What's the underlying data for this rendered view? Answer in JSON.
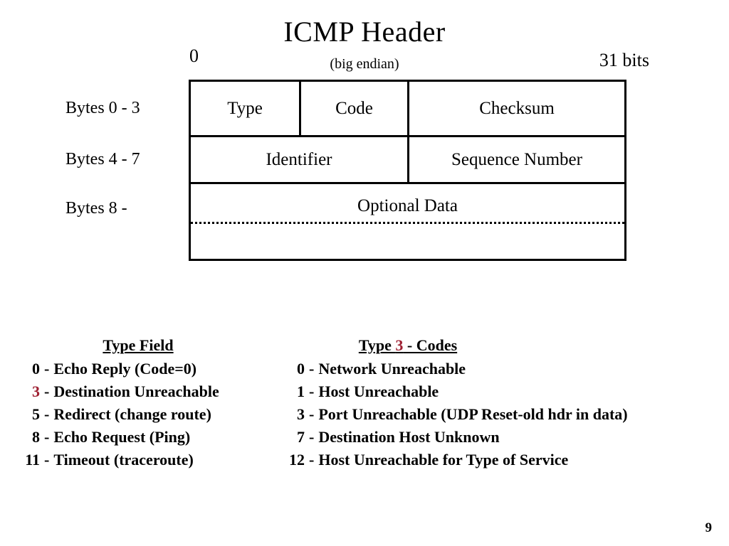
{
  "slide": {
    "title": "ICMP Header",
    "subtitle": "(big endian)",
    "page_number": "9"
  },
  "bit_ruler": {
    "start": "0",
    "end": "31 bits"
  },
  "header_diagram": {
    "row_labels": [
      "Bytes 0 - 3",
      "Bytes 4 - 7",
      "Bytes 8 -"
    ],
    "rows": [
      {
        "cells": [
          "Type",
          "Code",
          "Checksum"
        ]
      },
      {
        "cells": [
          "Identifier",
          "Sequence Number"
        ]
      },
      {
        "cells": [
          "Optional Data"
        ]
      }
    ]
  },
  "type_field": {
    "heading": "Type Field",
    "items": [
      {
        "code": "0",
        "sep": "-",
        "text": "Echo Reply (Code=0)",
        "code_color": "black"
      },
      {
        "code": "3",
        "sep": "-",
        "text": "Destination Unreachable",
        "code_color": "red"
      },
      {
        "code": "5",
        "sep": "-",
        "text": "Redirect (change route)",
        "code_color": "black"
      },
      {
        "code": "8",
        "sep": "-",
        "text": "Echo Request (Ping)",
        "code_color": "black"
      },
      {
        "code": "11",
        "sep": "-",
        "text": "Timeout (traceroute)",
        "code_color": "black"
      }
    ]
  },
  "type3_codes": {
    "heading_prefix": "Type ",
    "heading_code": "3",
    "heading_suffix": " - Codes",
    "items": [
      {
        "code": "0",
        "sep": "-",
        "text": "Network Unreachable",
        "code_color": "black"
      },
      {
        "code": "1",
        "sep": "-",
        "text": "Host Unreachable",
        "code_color": "black"
      },
      {
        "code": "3",
        "sep": "-",
        "text": "Port Unreachable (UDP Reset-old hdr in data)",
        "code_color": "black"
      },
      {
        "code": "7",
        "sep": "-",
        "text": "Destination Host Unknown",
        "code_color": "black"
      },
      {
        "code": "12",
        "sep": "-",
        "text": "Host Unreachable for Type of Service",
        "code_color": "black"
      }
    ]
  },
  "colors": {
    "accent_red": "#9e2032",
    "ink": "#000000",
    "background": "#ffffff"
  }
}
